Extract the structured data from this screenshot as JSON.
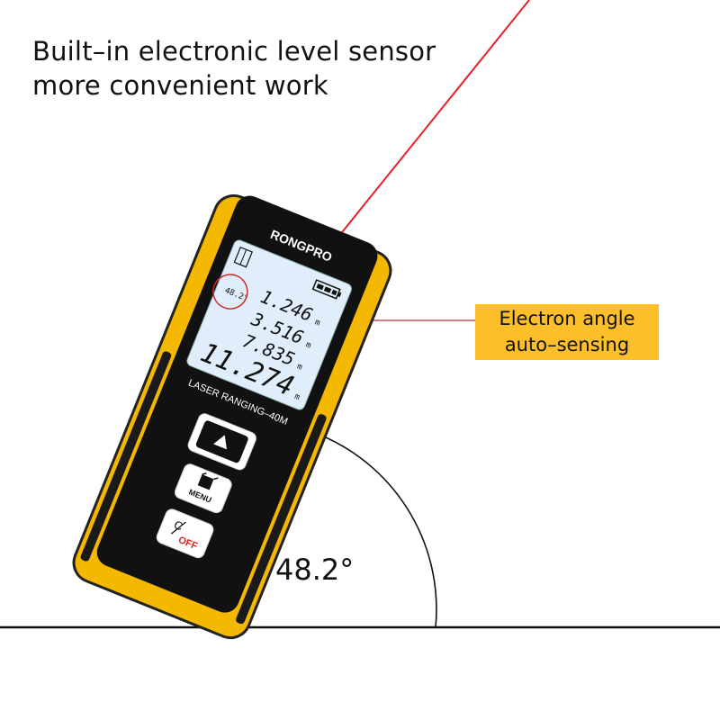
{
  "headline": {
    "line1": "Built–in electronic level sensor",
    "line2": "more convenient work"
  },
  "callout": {
    "line1": "Electron angle",
    "line2": "auto–sensing"
  },
  "angle_label": "48.2°",
  "device": {
    "brand": "RONGPRO",
    "model_label": "LASER RANGING–40M",
    "body_color": "#f5b800",
    "laser_color": "#e8202a",
    "screen_color": "#dfeefa",
    "display": {
      "angle": "48.2°",
      "readings": [
        "1.246",
        "3.516",
        "7.835",
        "11.274"
      ],
      "unit": "m"
    },
    "buttons": {
      "measure_icon": "triangle-up-icon",
      "menu_label": "MENU",
      "menu_icon": "cube-icon",
      "clear_label_c": "C",
      "clear_label_off": "OFF"
    }
  }
}
